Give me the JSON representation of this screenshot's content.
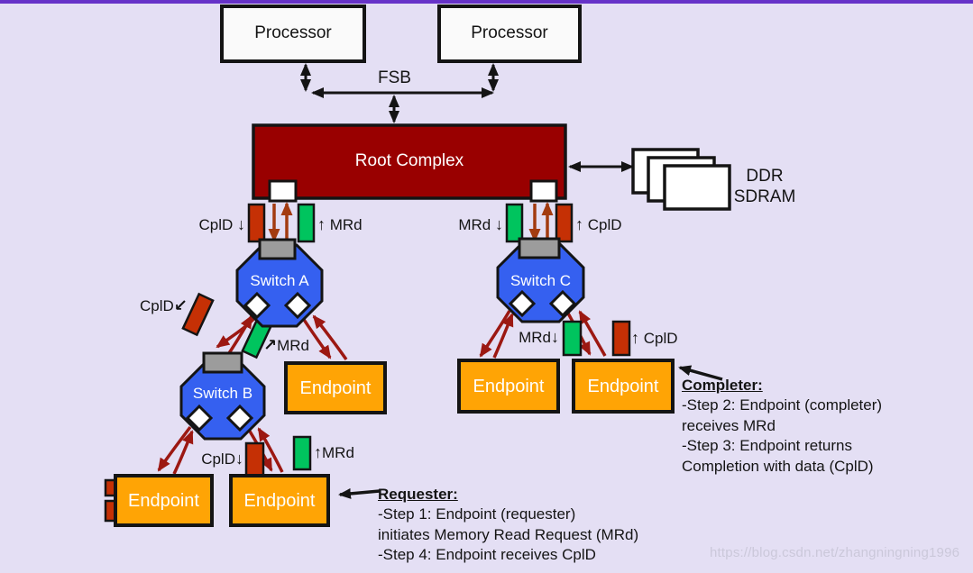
{
  "colors": {
    "background": "#E4DFF4",
    "top_bar": "#6632C8",
    "root_complex_fill": "#990000",
    "switch_fill": "#3560F0",
    "endpoint_fill": "#FFA405",
    "tlp_green": "#00C45E",
    "tlp_red": "#C53005",
    "link_arrow": "#9C1812",
    "port_arrow": "#A33B10",
    "upstream_port_gray": "#9C9C9C"
  },
  "nodes": {
    "processor_left": "Processor",
    "processor_right": "Processor",
    "root_complex": "Root Complex",
    "switch_a": "Switch A",
    "switch_b": "Switch B",
    "switch_c": "Switch C",
    "endpoint_a": "Endpoint",
    "endpoint_b1": "Endpoint",
    "endpoint_b2": "Endpoint",
    "endpoint_c1": "Endpoint",
    "endpoint_c2": "Endpoint",
    "memory_line1": "DDR",
    "memory_line2": "SDRAM"
  },
  "bus_labels": {
    "fsb": "FSB"
  },
  "tlp": {
    "root_a_cpld": {
      "text": "CplD",
      "arrow": "↓"
    },
    "root_a_mrd": {
      "arrow": "↑",
      "text": "MRd"
    },
    "root_c_mrd": {
      "text": "MRd",
      "arrow": "↓"
    },
    "root_c_cpld": {
      "arrow": "↑",
      "text": "CplD"
    },
    "ab_cpld": {
      "text": "CplD",
      "arrow": "↙"
    },
    "ab_mrd": {
      "arrow": "↗",
      "text": "MRd"
    },
    "b_ep_cpld": {
      "text": "CplD",
      "arrow": "↓"
    },
    "b_ep_mrd": {
      "arrow": "↑",
      "text": "MRd"
    },
    "c_ep_mrd": {
      "text": "MRd",
      "arrow": "↓"
    },
    "c_ep_cpld": {
      "arrow": "↑",
      "text": "CplD"
    }
  },
  "requester": {
    "title": "Requester:",
    "lines": [
      "-Step 1: Endpoint (requester)",
      "initiates Memory Read Request (MRd)",
      "-Step 4: Endpoint receives CplD"
    ]
  },
  "completer": {
    "title": "Completer:",
    "lines": [
      "-Step 2: Endpoint (completer)",
      "receives MRd",
      "-Step 3: Endpoint returns",
      "Completion with data (CplD)"
    ]
  },
  "watermark": "https://blog.csdn.net/zhangningning1996"
}
